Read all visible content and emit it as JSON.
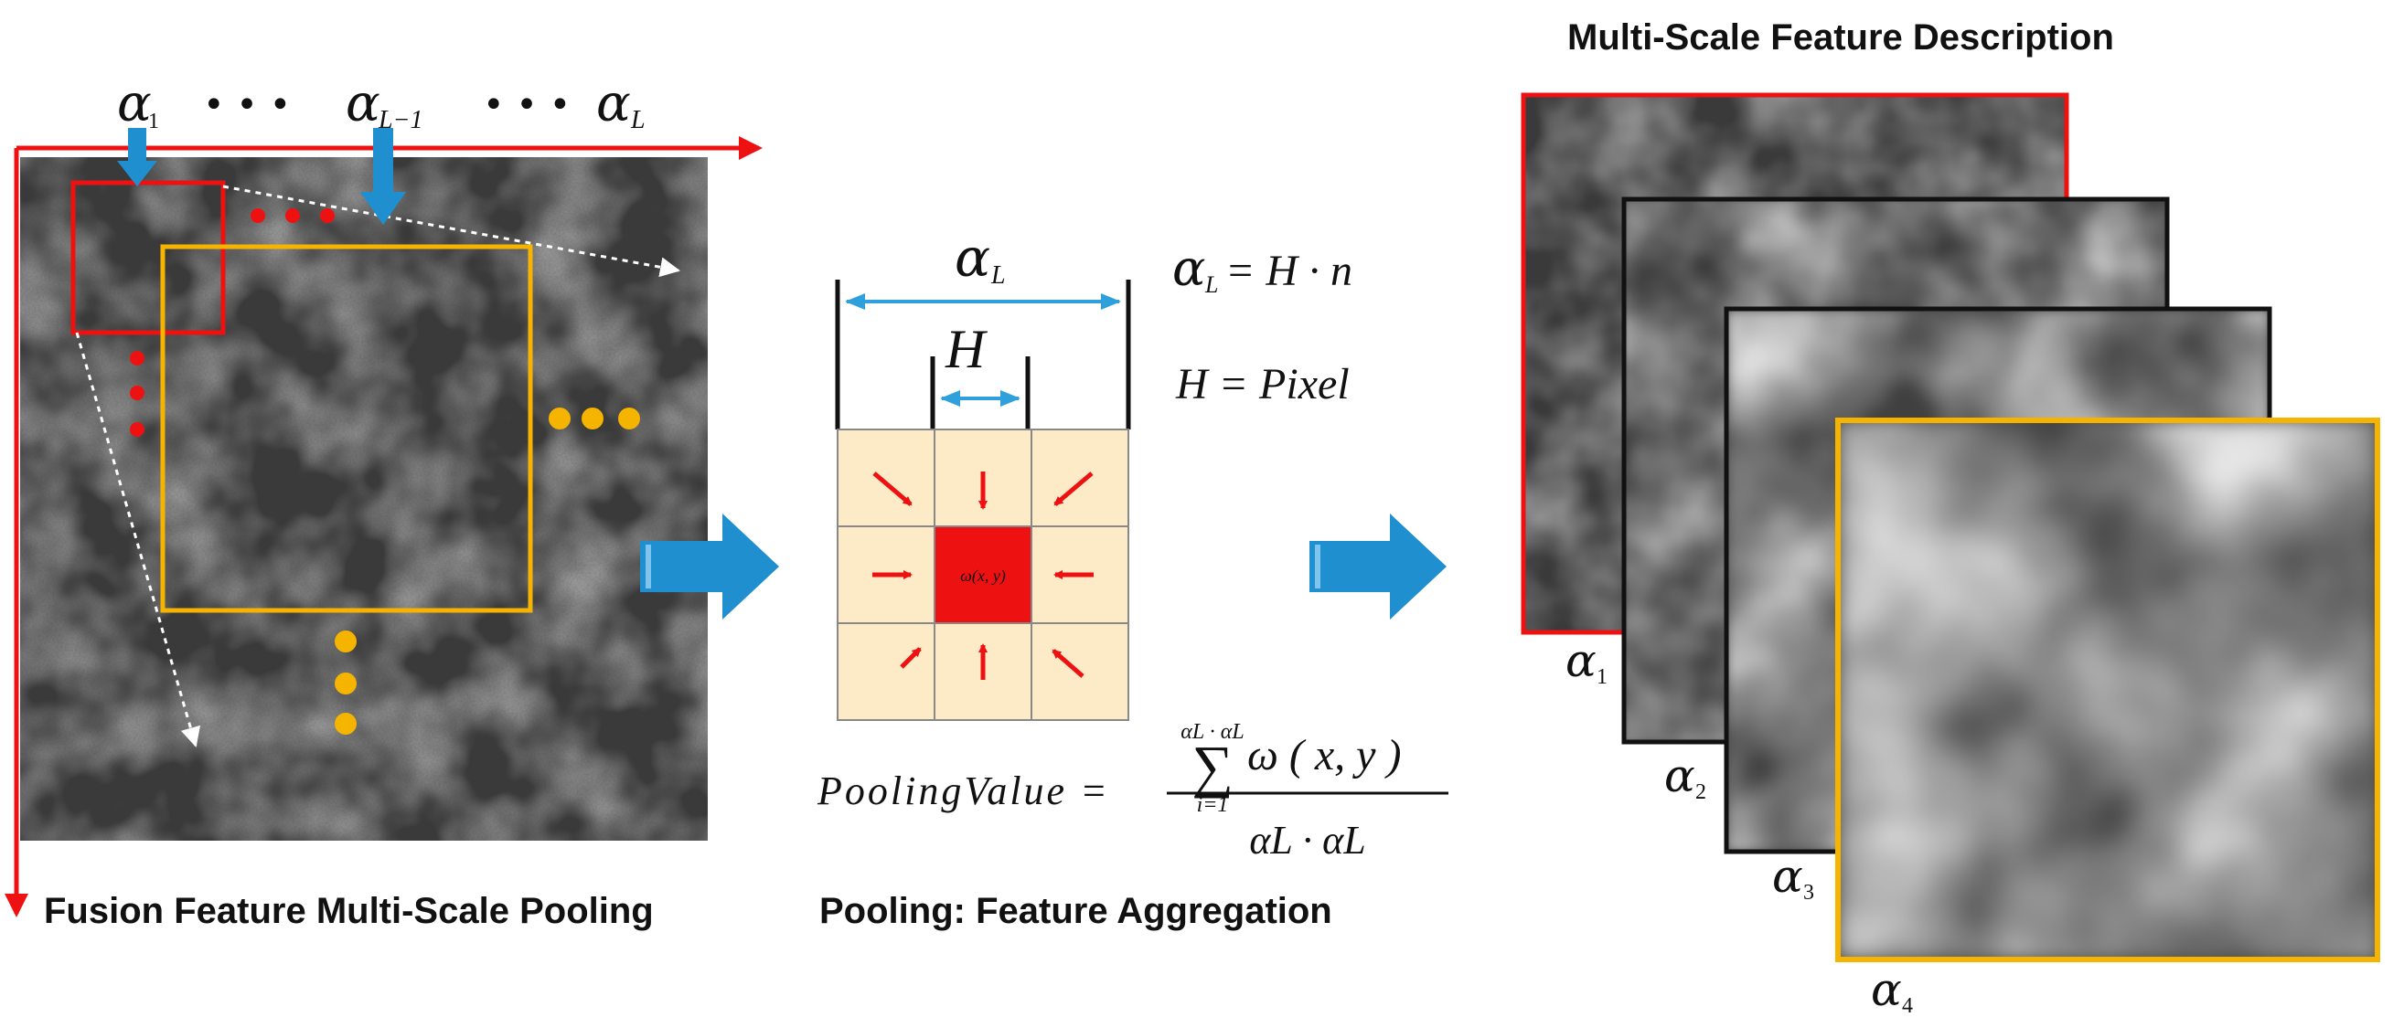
{
  "captions": {
    "left": "Fusion Feature Multi-Scale Pooling",
    "middle": "Pooling: Feature Aggregation",
    "right": "Multi-Scale Feature Description"
  },
  "scale_labels": {
    "alpha_symbol": "α",
    "sub_1": "1",
    "sub_l_minus_1": "L−1",
    "sub_l": "L",
    "dots": "• • •"
  },
  "pooling": {
    "window_label_symbol": "α",
    "window_label_sub": "L",
    "cell_label": "H",
    "center_cell_text": "ω(x, y)",
    "eq1_lhs_sub": "L",
    "eq1_rhs": "= H · n",
    "eq2": "H = Pixel",
    "formula_lhs": "PoolingValue =",
    "sum_symbol": "∑",
    "sum_upper": "αL · αL",
    "sum_lower": "i=1",
    "numerator_term": "ω ( x, y )",
    "denominator": "αL · αL"
  },
  "output_stack": {
    "labels": [
      {
        "symbol": "α",
        "sub": "1"
      },
      {
        "symbol": "α",
        "sub": "2"
      },
      {
        "symbol": "α",
        "sub": "3"
      },
      {
        "symbol": "α",
        "sub": "4"
      }
    ]
  },
  "colors": {
    "red": "#ee1111",
    "orange": "#f5b400",
    "blue_arrow": "#1f8fd0",
    "cell_fill": "#fdebc8",
    "center_fill": "#ee1111",
    "dim_line": "#2ea0dc"
  }
}
